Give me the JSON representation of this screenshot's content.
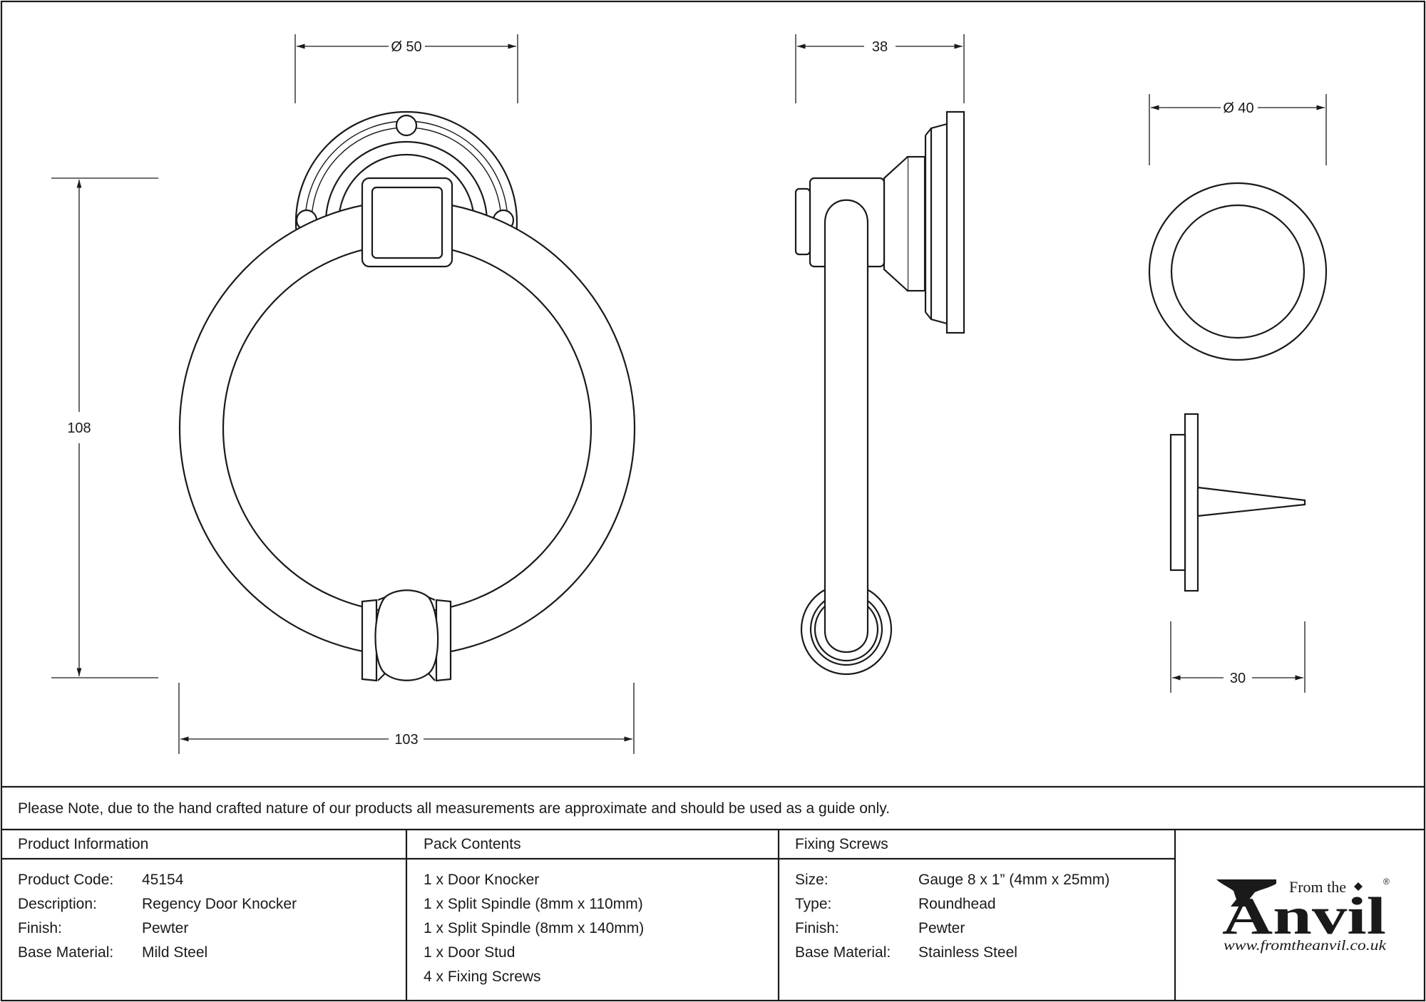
{
  "dimensions": {
    "front_width": "Ø 50",
    "side_depth": "38",
    "stud_diameter": "Ø 40",
    "height": "108",
    "ring_width": "103",
    "stud_depth": "30"
  },
  "note": "Please Note, due to the hand crafted nature of our products all measurements are approximate and should be used as a guide only.",
  "product_info": {
    "header": "Product Information",
    "rows": [
      {
        "label": "Product Code:",
        "value": "45154"
      },
      {
        "label": "Description:",
        "value": "Regency Door Knocker"
      },
      {
        "label": "Finish:",
        "value": "Pewter"
      },
      {
        "label": "Base Material:",
        "value": "Mild Steel"
      }
    ]
  },
  "pack_contents": {
    "header": "Pack Contents",
    "items": [
      "1 x Door Knocker",
      "1 x Split Spindle (8mm x 110mm)",
      "1 x Split Spindle (8mm x 140mm)",
      "1 x Door Stud",
      "4 x Fixing Screws"
    ]
  },
  "fixing_screws": {
    "header": "Fixing Screws",
    "rows": [
      {
        "label": "Size:",
        "value": "Gauge 8 x 1” (4mm x 25mm)"
      },
      {
        "label": "Type:",
        "value": "Roundhead"
      },
      {
        "label": "Finish:",
        "value": "Pewter"
      },
      {
        "label": "Base Material:",
        "value": "Stainless Steel"
      }
    ]
  },
  "logo": {
    "from_the": "From the",
    "name": "Anvil",
    "registered": "®",
    "url": "www.fromtheanvil.co.uk"
  }
}
